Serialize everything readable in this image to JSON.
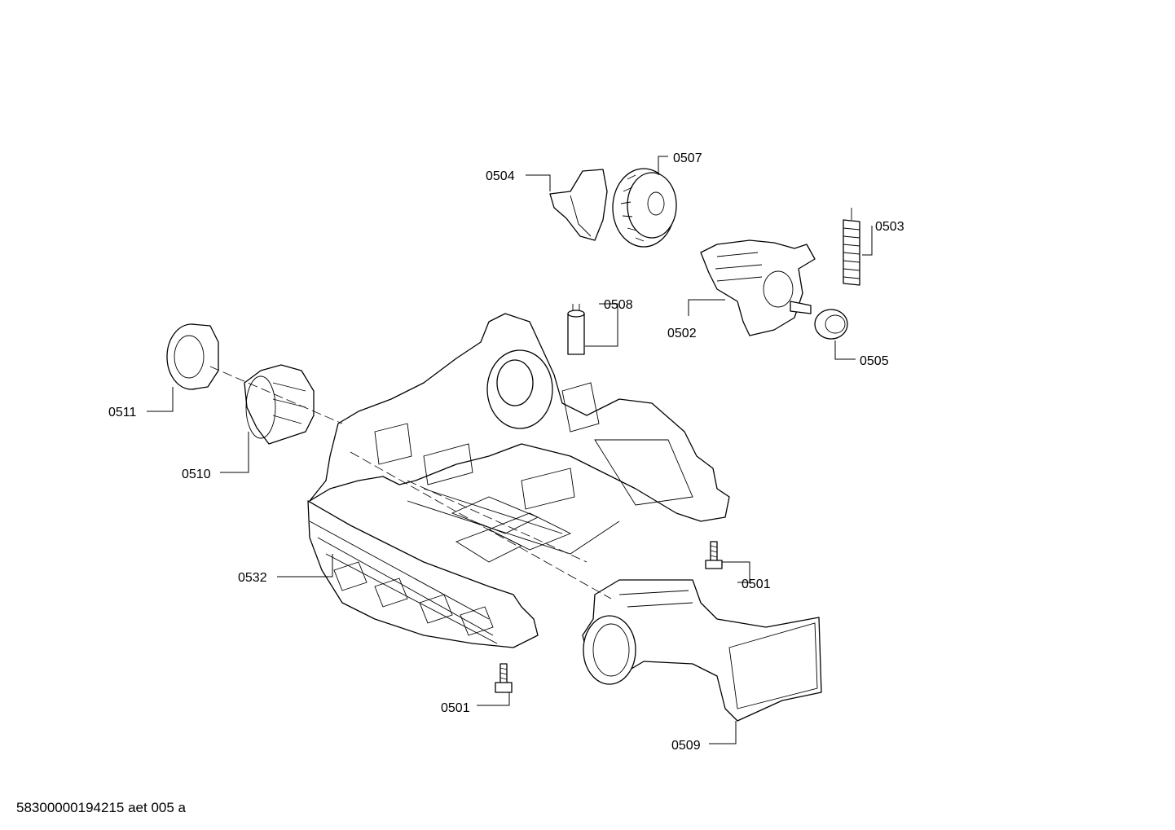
{
  "diagram": {
    "labels": [
      "0504",
      "0507",
      "0503",
      "0508",
      "0502",
      "0505",
      "0511",
      "0510",
      "0532",
      "0501",
      "0501",
      "0509"
    ]
  },
  "footer": {
    "text": "58300000194215 aet 005 a"
  }
}
